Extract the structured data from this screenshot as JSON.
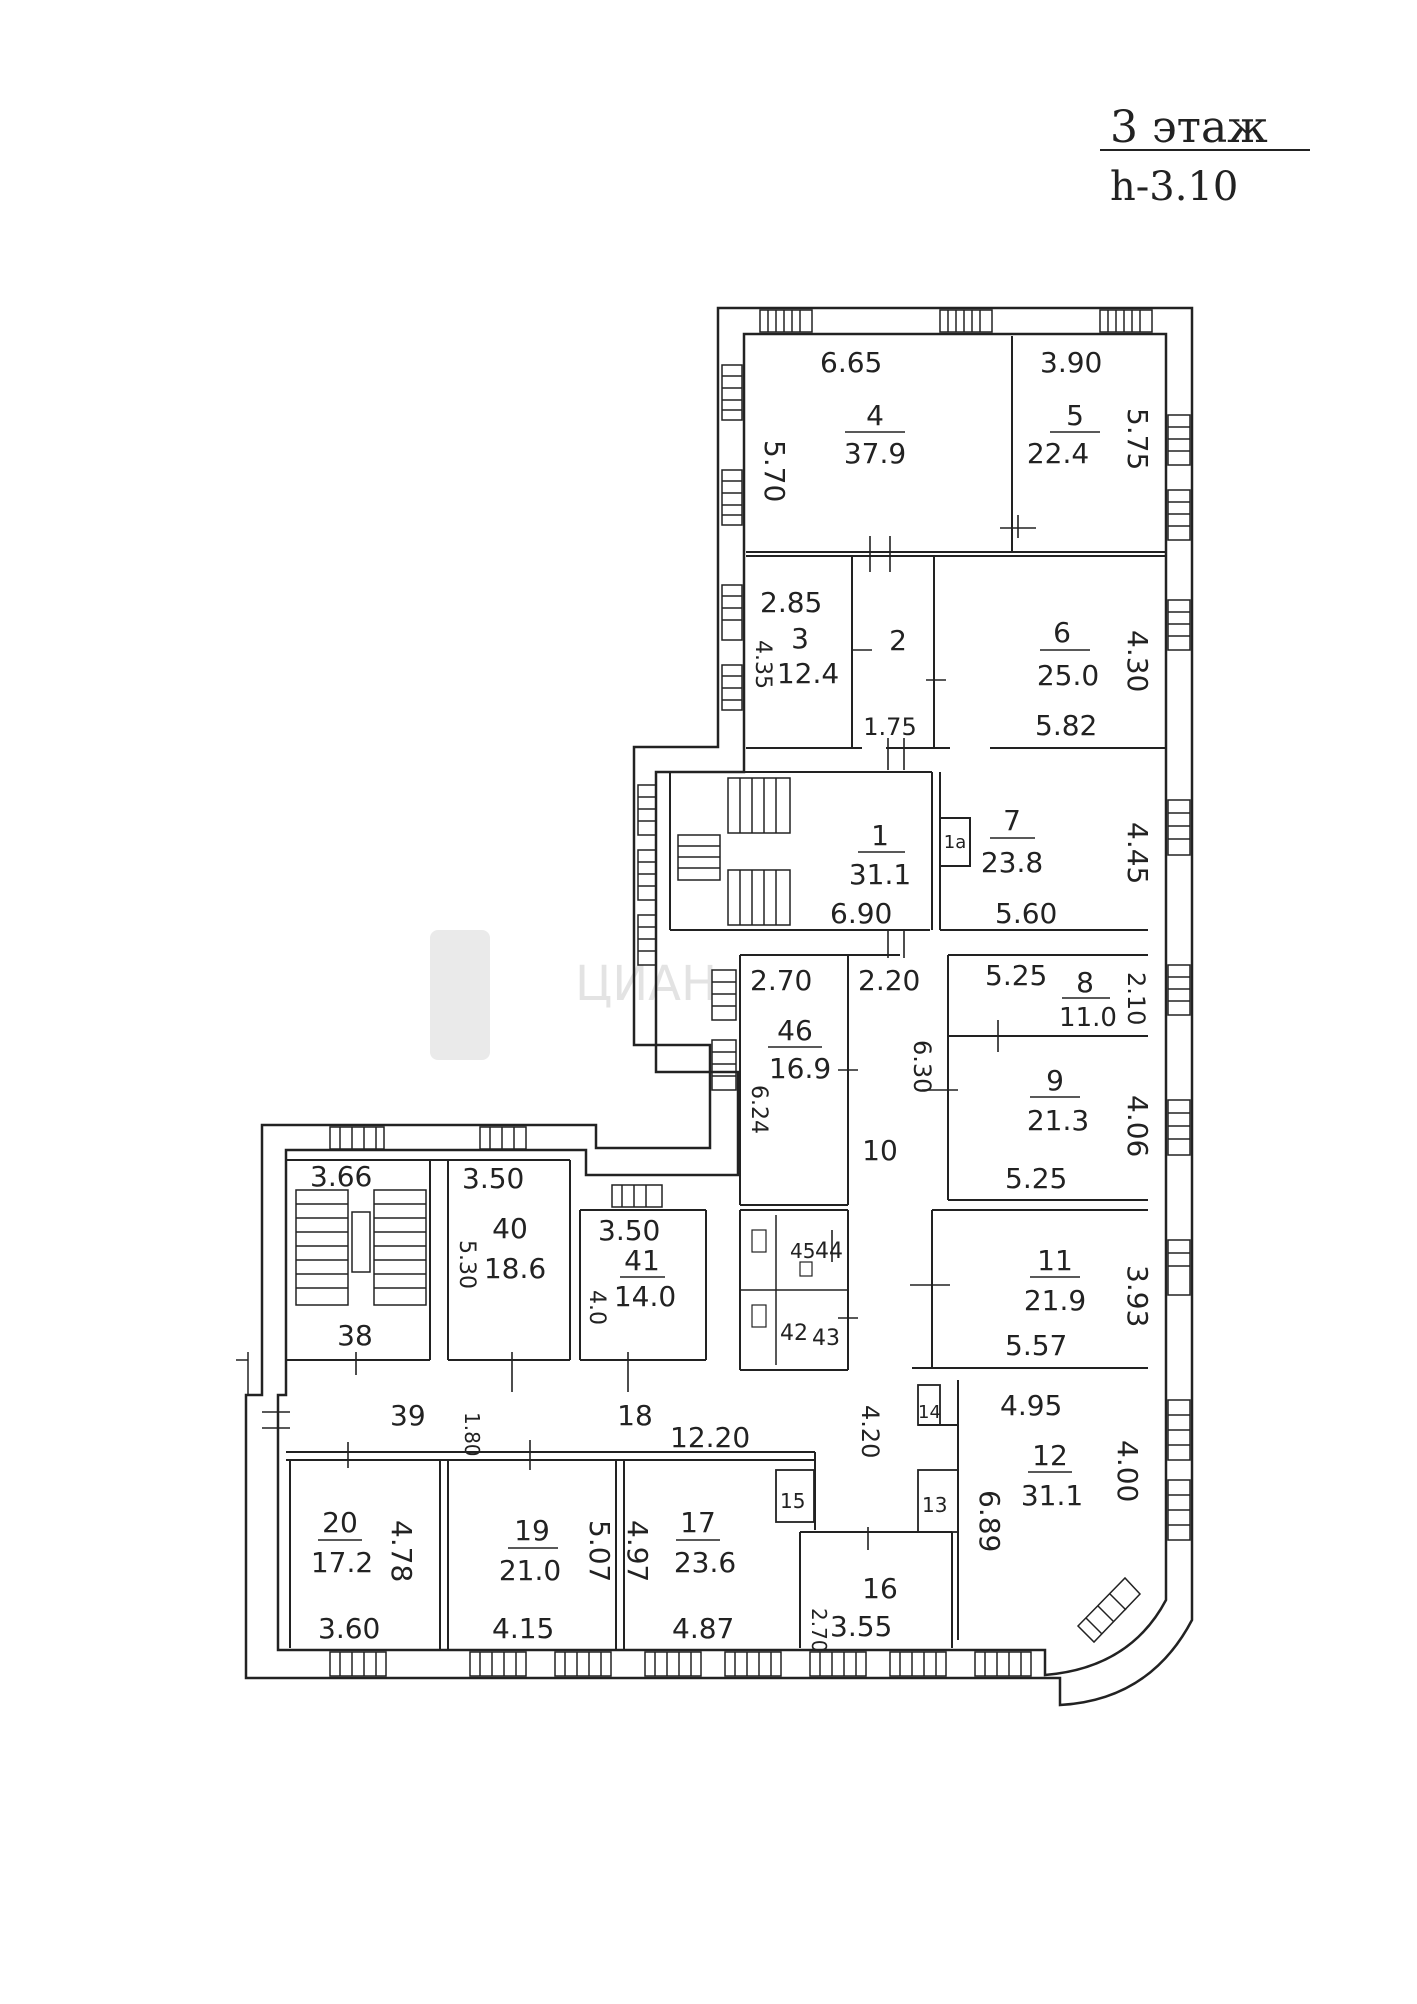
{
  "header": {
    "floor": "3 этаж",
    "height": "h-3.10"
  },
  "rooms": {
    "r4": {
      "num": "4",
      "area": "37.9",
      "dims": [
        "6.65",
        "5.70"
      ]
    },
    "r5": {
      "num": "5",
      "area": "22.4",
      "dims": [
        "3.90",
        "5.75"
      ]
    },
    "r3": {
      "num": "3",
      "area": "12.4",
      "dims": [
        "2.85",
        "4.35"
      ]
    },
    "r2": {
      "num": "2",
      "dims": [
        "1.75"
      ]
    },
    "r6": {
      "num": "6",
      "area": "25.0",
      "dims": [
        "4.30",
        "5.82"
      ]
    },
    "r1": {
      "num": "1",
      "area": "31.1",
      "dims": [
        "6.90"
      ]
    },
    "r7": {
      "num": "7",
      "area": "23.8",
      "dims": [
        "4.45",
        "5.60"
      ]
    },
    "r1a": {
      "num": "1а"
    },
    "r46": {
      "num": "46",
      "area": "16.9",
      "dims": [
        "2.70",
        "6.24"
      ]
    },
    "r10": {
      "num": "10",
      "dims": [
        "2.20",
        "6.30"
      ]
    },
    "r8": {
      "num": "8",
      "area": "11.0",
      "dims": [
        "5.25",
        "2.10"
      ]
    },
    "r9": {
      "num": "9",
      "area": "21.3",
      "dims": [
        "4.06",
        "5.25"
      ]
    },
    "r11": {
      "num": "11",
      "area": "21.9",
      "dims": [
        "3.93",
        "5.57"
      ]
    },
    "r38": {
      "num": "38",
      "dims": [
        "3.66"
      ]
    },
    "r40": {
      "num": "40",
      "area": "18.6",
      "dims": [
        "3.50",
        "5.30"
      ]
    },
    "r41": {
      "num": "41",
      "area": "14.0",
      "dims": [
        "3.50",
        "4.0"
      ]
    },
    "r44": {
      "num": "44"
    },
    "r45": {
      "num": "45"
    },
    "r42": {
      "num": "42"
    },
    "r43": {
      "num": "43"
    },
    "r39": {
      "num": "39",
      "dims": [
        "1.80"
      ]
    },
    "r18": {
      "num": "18",
      "dims": [
        "12.20",
        "4.20"
      ]
    },
    "r14": {
      "num": "14"
    },
    "r12": {
      "num": "12",
      "area": "31.1",
      "dims": [
        "4.95",
        "4.00",
        "6.89"
      ]
    },
    "r15": {
      "num": "15"
    },
    "r13": {
      "num": "13"
    },
    "r20": {
      "num": "20",
      "area": "17.2",
      "dims": [
        "4.78",
        "3.60"
      ]
    },
    "r19": {
      "num": "19",
      "area": "21.0",
      "dims": [
        "5.07",
        "4.15"
      ]
    },
    "r17": {
      "num": "17",
      "area": "23.6",
      "dims": [
        "4.97",
        "4.87"
      ]
    },
    "r16": {
      "num": "16",
      "dims": [
        "2.70",
        "3.55"
      ]
    }
  }
}
